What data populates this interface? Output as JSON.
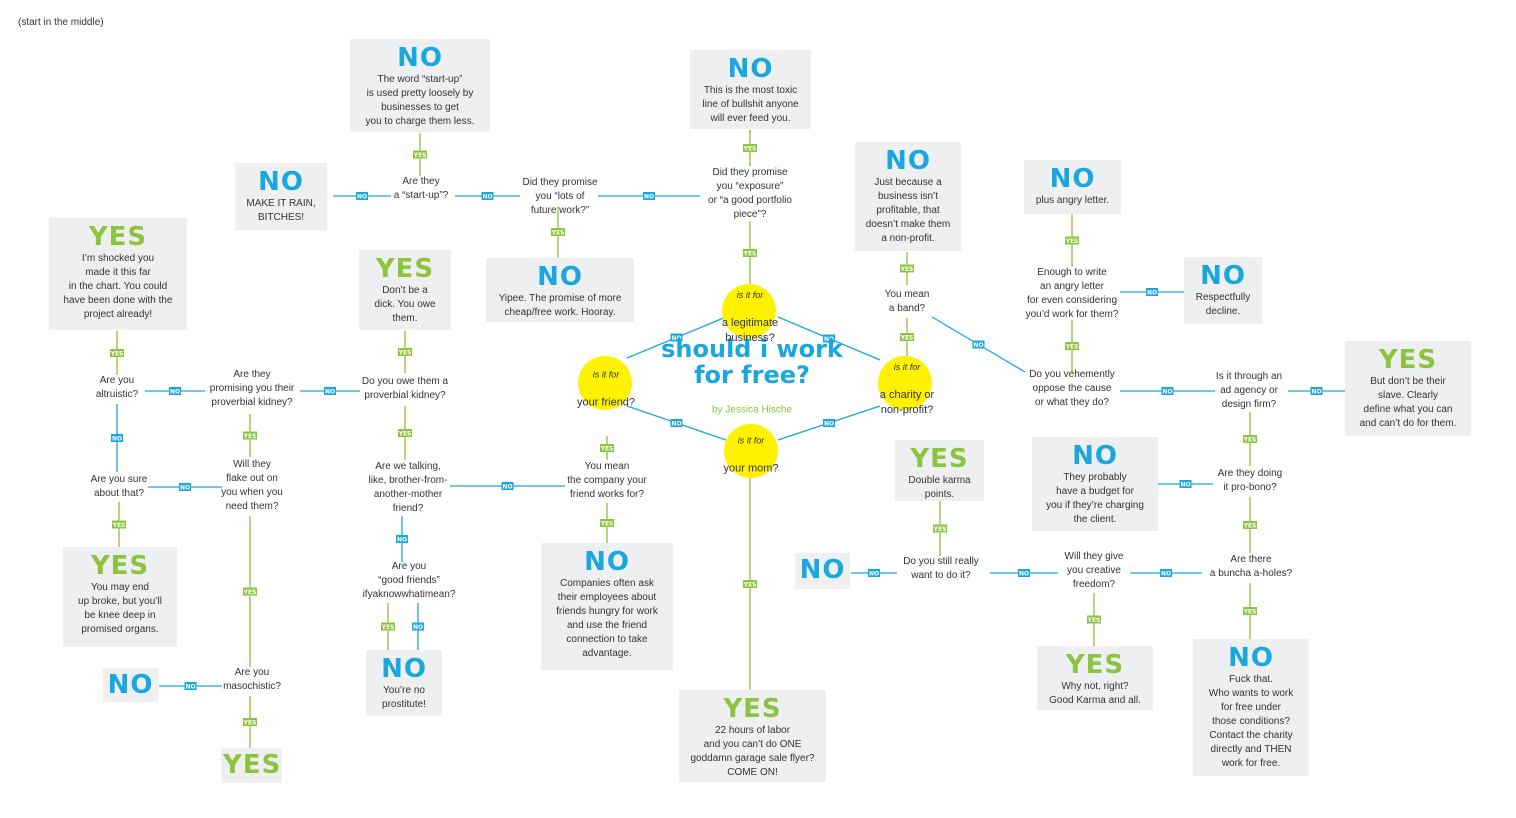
{
  "title": "should i work\nfor free?",
  "byline": "by Jessica Hische",
  "note": "(start in the middle)",
  "labels": {
    "yes": "YES",
    "no": "NO"
  },
  "colors": {
    "blue": "#1aa7dd",
    "green": "#8cc43f",
    "yellow": "#fff200",
    "box": "#eeeff0"
  },
  "circles": {
    "friend": {
      "small": "is it for",
      "big": "your friend?"
    },
    "business": {
      "small": "is it for",
      "big": "a legitimate\nbusiness?"
    },
    "charity": {
      "small": "is it for",
      "big": "a charity or\nnon-profit?"
    },
    "mom": {
      "small": "is it for",
      "big": "your mom?"
    }
  },
  "boxes": {
    "startup_no": {
      "head": "NO",
      "body": "The word “start-up”\nis used pretty loosely by\nbusinesses to get\nyou to charge them less."
    },
    "toxic_no": {
      "head": "NO",
      "body": "This is the most toxic\nline of bullshit anyone\nwill ever feed you."
    },
    "rain_no": {
      "head": "NO",
      "body": "MAKE IT RAIN,\nBITCHES!"
    },
    "yipee_no": {
      "head": "NO",
      "body": "Yipee. The promise of more\ncheap/free work. Hooray."
    },
    "shocked_yes": {
      "head": "YES",
      "body": "I’m shocked you\nmade it this far\nin the chart. You could\nhave been done with the\nproject already!"
    },
    "dick_yes": {
      "head": "YES",
      "body": "Don’t be a\ndick. You owe\nthem."
    },
    "broke_yes": {
      "head": "YES",
      "body": "You may end\nup broke, but you’ll\nbe knee deep in\npromised organs."
    },
    "maso_no": {
      "head": "NO",
      "body": ""
    },
    "maso_yes": {
      "head": "YES",
      "body": ""
    },
    "prostitute_no": {
      "head": "NO",
      "body": "You’re no\nprostitute!"
    },
    "companies_no": {
      "head": "NO",
      "body": "Companies often ask\ntheir employees about\nfriends hungry for work\nand use the friend\nconnection to take\nadvantage."
    },
    "garage_yes": {
      "head": "YES",
      "body": "22 hours of labor\nand you can’t do ONE\ngoddamn garage sale flyer?\nCOME ON!"
    },
    "nonprofit_no": {
      "head": "NO",
      "body": "Just because a\nbusiness isn’t\nprofitable, that\ndoesn’t make them\na non-profit."
    },
    "angry_no": {
      "head": "NO",
      "body": "plus angry letter."
    },
    "decline_no": {
      "head": "NO",
      "body": "Respectfully\ndecline."
    },
    "slave_yes": {
      "head": "YES",
      "body": "But don’t be their\nslave. Clearly\ndefine what you can\nand can’t do for them."
    },
    "karma_yes": {
      "head": "YES",
      "body": "Double karma\npoints."
    },
    "budget_no": {
      "head": "NO",
      "body": "They probably\nhave a budget for\nyou if they’re charging\nthe client."
    },
    "want_no": {
      "head": "NO",
      "body": ""
    },
    "whynot_yes": {
      "head": "YES",
      "body": "Why not, right?\nGood Karma and all."
    },
    "fuck_no": {
      "head": "NO",
      "body": "Fuck that.\nWho wants to work\nfor free under\nthose conditions?\nContact the charity\ndirectly and THEN\nwork for free."
    }
  },
  "questions": {
    "startup": "Are they\na “start-up”?",
    "future": "Did they promise\nyou “lots of\nfuture work?”",
    "exposure": "Did they promise\nyou “exposure”\nor “a good portfolio\npiece”?",
    "altruistic": "Are you\naltruistic?",
    "kidney_promise": "Are they\npromising you their\nproverbial kidney?",
    "owe": "Do you owe them a\nproverbial kidney?",
    "sure": "Are you sure\nabout that?",
    "flake": "Will they\nflake out on\nyou when you\nneed them?",
    "talking": "Are we talking,\nlike, brother-from-\nanother-mother\nfriend?",
    "company": "You mean\nthe company your\nfriend works for?",
    "goodfriends": "Are you\n“good friends”\nifyaknowwhatimean?",
    "masochistic": "Are you\nmasochistic?",
    "band": "You mean\na band?",
    "enough": "Enough to write\nan angry letter\nfor even considering\nyou’d work for them?",
    "oppose": "Do you vehemently\noppose the cause\nor what they do?",
    "agency": "Is it through an\nad agency or\ndesign firm?",
    "probono": "Are they doing\nit pro-bono?",
    "aholes": "Are there\na buncha a-holes?",
    "creative": "Will they give\nyou creative\nfreedom?",
    "stillwant": "Do you still really\nwant to do it?"
  }
}
